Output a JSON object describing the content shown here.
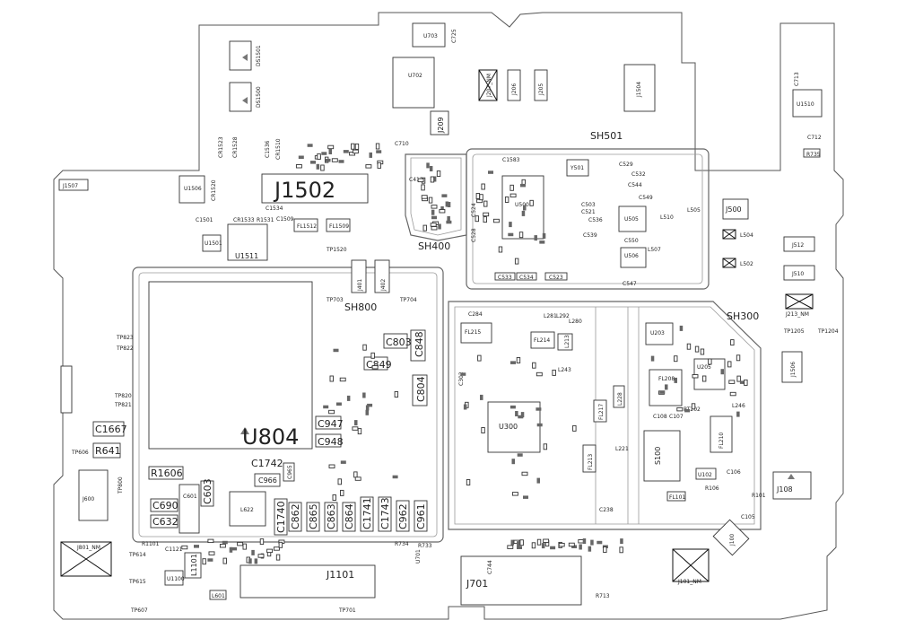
{
  "big": {
    "j1502": "J1502",
    "u804": "U804"
  },
  "shields": {
    "sh501": "SH501",
    "sh400": "SH400",
    "sh800": "SH800",
    "sh300": "SH300"
  },
  "chips": {
    "u703": "U703",
    "c725": "C725",
    "u702": "U702",
    "ds1501": "DS1501",
    "ds1500": "DS1500",
    "j207": "J207_NM",
    "j206": "J206",
    "j205": "J205",
    "j1504": "J1504",
    "j209": "J209",
    "u1510": "U1510",
    "c713": "C713",
    "c712": "C712",
    "r735": "R735",
    "j1507": "J1507",
    "u1506": "U1506",
    "u1501": "U1501",
    "u1511": "U1511",
    "fl1512": "FL1512",
    "fl1509": "FL1509",
    "tp1520": "TP1520",
    "j401": "J401",
    "j402": "J402",
    "tp703": "TP703",
    "tp704": "TP704",
    "u500": "U500",
    "y501": "Y501",
    "u505": "U505",
    "u506": "U506",
    "j500": "J500",
    "l504": "L504",
    "l502": "L502",
    "j512": "J512",
    "j510": "J510",
    "j213": "J213_NM",
    "tp1205": "TP1205",
    "tp1204": "TP1204",
    "u300": "U300",
    "fl215": "FL215",
    "fl214": "FL214",
    "l213": "L213",
    "u203": "U203",
    "u205": "U205",
    "fl208": "FL208",
    "s100": "S100",
    "fl210": "FL210",
    "j1506": "J1506",
    "j108": "J108",
    "j100": "J100",
    "j101": "J101_NM",
    "c803": "C803",
    "c848": "C848",
    "c849": "C849",
    "c804": "C804",
    "c947": "C947",
    "c948": "C948",
    "c1667": "C1667",
    "r641": "R641",
    "r1606": "R1606",
    "c690": "C690",
    "c632": "C632",
    "c603": "C603",
    "c966": "C966",
    "c965": "C965",
    "c1742": "C1742",
    "j600": "J600",
    "l622": "L622",
    "c1740": "C1740",
    "c862": "C862",
    "c865": "C865",
    "c863": "C863",
    "c864": "C864",
    "c1741": "C1741",
    "c1743": "C1743",
    "c962": "C962",
    "c961": "C961",
    "j801": "J801_NM",
    "l1101": "L1101",
    "u1100": "U1100",
    "j1101": "J1101",
    "j701": "J701",
    "tp823": "TP823",
    "tp822": "TP822",
    "tp820": "TP820",
    "tp821": "TP821",
    "tp606": "TP606",
    "tp800": "TP800",
    "tp614": "TP614",
    "tp615": "TP615",
    "tp607": "TP607",
    "tp701": "TP701",
    "r734": "R734",
    "r733": "R733",
    "u701": "U701",
    "r101": "R101",
    "c105": "C105",
    "r106": "R106",
    "u102": "U102",
    "fl101": "FL101",
    "rt202": "RT202",
    "l601": "L601",
    "c601": "C601",
    "c1121": "C1121",
    "r1101": "R1101",
    "c744": "C744",
    "r713": "R713",
    "cr1523": "CR1523",
    "cr1528": "CR1528",
    "c1536": "C1536",
    "cr1510": "CR1510",
    "cr1520": "CR1520",
    "c1501": "C1501",
    "cr1533": "CR1533",
    "r1531": "R1531",
    "c1534": "C1534",
    "c1509": "C1509",
    "c1583": "C1583",
    "c529": "C529",
    "c503": "C503",
    "c521": "C521",
    "l510": "L510",
    "l505": "L505",
    "c547": "C547",
    "c523": "C523",
    "c533": "C533",
    "c534": "C534",
    "l507": "L507",
    "c550": "C550",
    "l228": "L228",
    "l221": "L221",
    "c238": "C238",
    "fl213": "FL213",
    "c108": "C108",
    "c107": "C107",
    "fl217": "FL217",
    "l243": "L243",
    "c302": "C302",
    "l246": "L246",
    "c106": "C106",
    "c107b": "C107",
    "c710": "C710",
    "c412": "C412",
    "c528": "C528",
    "c524": "C524",
    "c532": "C532",
    "c544": "C544",
    "c549": "C549",
    "c536": "C536",
    "c539": "C539",
    "l280": "L280",
    "l281": "L281",
    "l292": "L292",
    "c284": "C284"
  },
  "colors": {
    "outline": "#555555",
    "shield": "#666666",
    "pad": "#666666",
    "background": "#ffffff"
  }
}
